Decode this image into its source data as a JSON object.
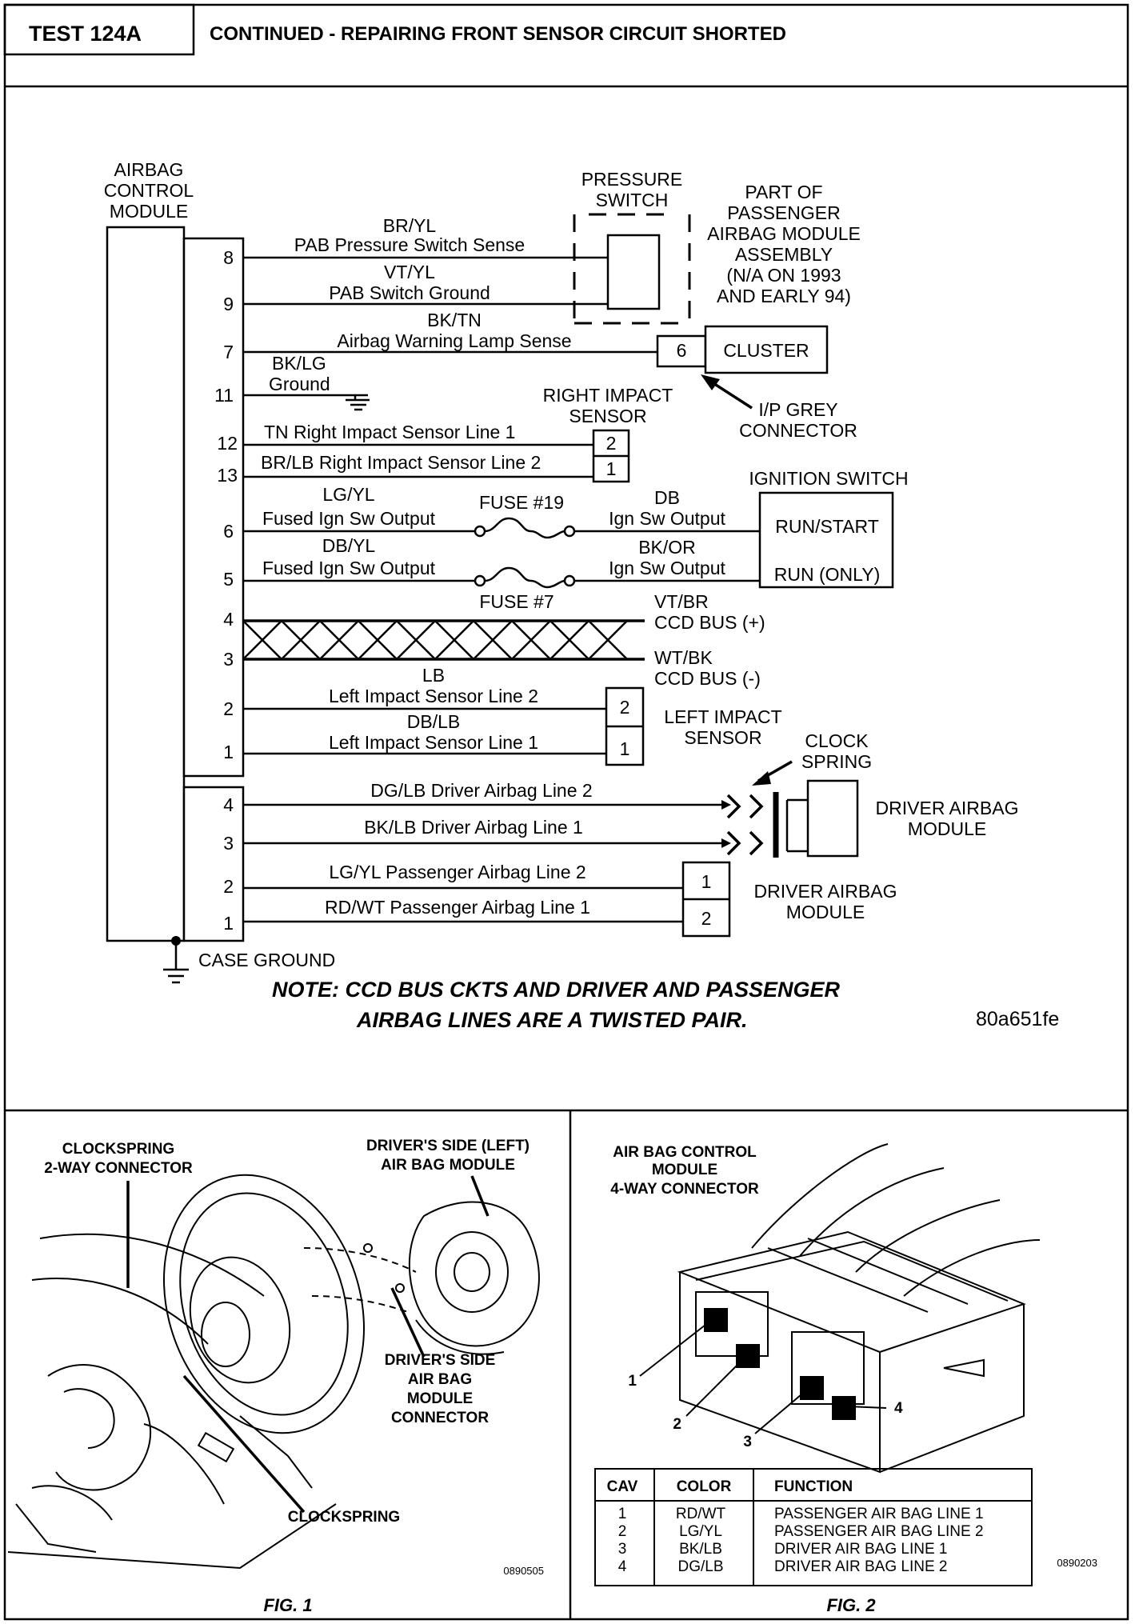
{
  "header": {
    "test_id": "TEST 124A",
    "title": "CONTINUED - REPAIRING FRONT SENSOR CIRCUIT SHORTED"
  },
  "module": {
    "label_line1": "AIRBAG",
    "label_line2": "CONTROL",
    "label_line3": "MODULE"
  },
  "upper_pins": [
    "8",
    "9",
    "7",
    "11",
    "12",
    "13",
    "6",
    "5",
    "4",
    "3",
    "2",
    "1"
  ],
  "lower_pins": [
    "4",
    "3",
    "2",
    "1"
  ],
  "circuits": {
    "c8_color": "BR/YL",
    "c8_desc": "PAB Pressure Switch Sense",
    "c9_color": "VT/YL",
    "c9_desc": "PAB Switch Ground",
    "c7_color": "BK/TN",
    "c7_desc": "Airbag Warning Lamp Sense",
    "c11_color": "BK/LG",
    "c11_desc": "Ground",
    "c12_text": "TN Right Impact Sensor Line 1",
    "c13_text": "BR/LB Right Impact Sensor Line 2",
    "c6_color": "LG/YL",
    "c6_desc": "Fused Ign Sw Output",
    "c6_out_color": "DB",
    "c6_out_desc": "Ign Sw Output",
    "c5_color": "DB/YL",
    "c5_desc": "Fused Ign Sw Output",
    "c5_out_color": "BK/OR",
    "c5_out_desc": "Ign Sw Output",
    "c4_color": "VT/BR",
    "c4_desc": "CCD BUS (+)",
    "c3_color": "WT/BK",
    "c3_desc": "CCD BUS (-)",
    "c2_color": "LB",
    "c2_desc": "Left Impact Sensor Line 2",
    "c1_color": "DB/LB",
    "c1_desc": "Left Impact Sensor Line 1",
    "d4_text": "DG/LB Driver Airbag Line 2",
    "d3_text": "BK/LB Driver Airbag Line 1",
    "d2_text": "LG/YL Passenger Airbag Line 2",
    "d1_text": "RD/WT Passenger Airbag Line 1"
  },
  "components": {
    "pressure_switch_l1": "PRESSURE",
    "pressure_switch_l2": "SWITCH",
    "pab_note_l1": "PART OF",
    "pab_note_l2": "PASSENGER",
    "pab_note_l3": "AIRBAG MODULE",
    "pab_note_l4": "ASSEMBLY",
    "pab_note_l5": "(N/A ON 1993",
    "pab_note_l6": "AND EARLY 94)",
    "cluster": "CLUSTER",
    "cluster_pin": "6",
    "ip_grey_l1": "I/P GREY",
    "ip_grey_l2": "CONNECTOR",
    "right_impact_l1": "RIGHT IMPACT",
    "right_impact_l2": "SENSOR",
    "right_pin_top": "2",
    "right_pin_bot": "1",
    "ignition_switch": "IGNITION SWITCH",
    "run_start": "RUN/START",
    "run_only": "RUN (ONLY)",
    "fuse19": "FUSE #19",
    "fuse7": "FUSE #7",
    "left_impact_l1": "LEFT IMPACT",
    "left_impact_l2": "SENSOR",
    "left_pin_top": "2",
    "left_pin_bot": "1",
    "clock_spring_l1": "CLOCK",
    "clock_spring_l2": "SPRING",
    "driver_airbag_l1": "DRIVER AIRBAG",
    "driver_airbag_l2": "MODULE",
    "pass_airbag_l1": "DRIVER AIRBAG",
    "pass_airbag_l2": "MODULE",
    "pass_pin_top": "1",
    "pass_pin_bot": "2",
    "case_ground": "CASE GROUND"
  },
  "note": {
    "line1": "NOTE:  CCD BUS CKTS AND DRIVER AND PASSENGER",
    "line2": "AIRBAG LINES ARE A TWISTED PAIR.",
    "code": "80a651fe"
  },
  "fig1": {
    "clockspring_conn_l1": "CLOCKSPRING",
    "clockspring_conn_l2": "2-WAY CONNECTOR",
    "driver_side_l1": "DRIVER'S SIDE (LEFT)",
    "driver_side_l2": "AIR BAG MODULE",
    "conn_l1": "DRIVER'S SIDE",
    "conn_l2": "AIR BAG",
    "conn_l3": "MODULE",
    "conn_l4": "CONNECTOR",
    "clockspring": "CLOCKSPRING",
    "code": "0890505",
    "caption": "FIG. 1"
  },
  "fig2": {
    "title_l1": "AIR BAG CONTROL",
    "title_l2": "MODULE",
    "title_l3": "4-WAY CONNECTOR",
    "callouts": [
      "1",
      "2",
      "3",
      "4"
    ],
    "code": "0890203",
    "caption": "FIG. 2",
    "table": {
      "headers": [
        "CAV",
        "COLOR",
        "FUNCTION"
      ],
      "rows": [
        [
          "1",
          "RD/WT",
          "PASSENGER AIR BAG LINE 1"
        ],
        [
          "2",
          "LG/YL",
          "PASSENGER AIR BAG LINE 2"
        ],
        [
          "3",
          "BK/LB",
          "DRIVER AIR BAG LINE 1"
        ],
        [
          "4",
          "DG/LB",
          "DRIVER AIR BAG LINE 2"
        ]
      ]
    }
  }
}
